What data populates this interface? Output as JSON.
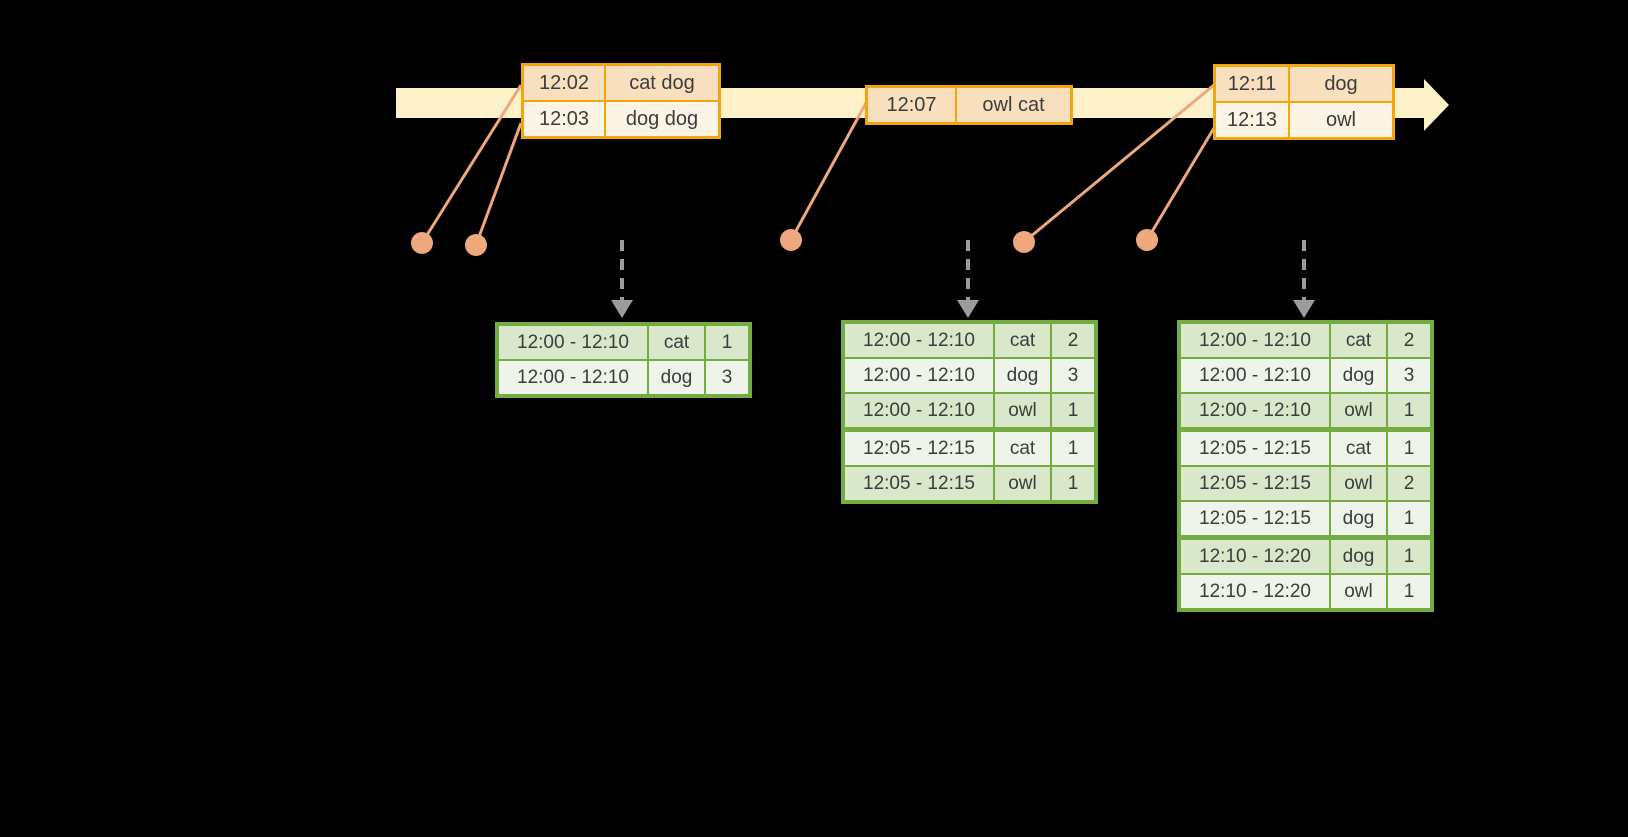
{
  "palette": {
    "canvas_bg": "#000000",
    "timeline_band": "#FCF1C9",
    "event_table_border": "#F2A60D",
    "event_row_dark": "#F8DFBD",
    "event_row_light": "#FCF4E4",
    "connector": "#EFA87D",
    "trigger_arrow": "#9C9C9C",
    "result_table_border": "#74AC41",
    "result_row_dark": "#D9E7CA",
    "result_row_light": "#EFF4EA",
    "text": "#3C3C3C"
  },
  "event_tables": [
    {
      "rows": [
        [
          "12:02",
          "cat dog"
        ],
        [
          "12:03",
          "dog dog"
        ]
      ]
    },
    {
      "rows": [
        [
          "12:07",
          "owl cat"
        ]
      ]
    },
    {
      "rows": [
        [
          "12:11",
          "dog"
        ],
        [
          "12:13",
          "owl"
        ]
      ]
    }
  ],
  "result_tables": [
    {
      "rows": [
        [
          "12:00 - 12:10",
          "cat",
          "1"
        ],
        [
          "12:00 - 12:10",
          "dog",
          "3"
        ]
      ]
    },
    {
      "rows": [
        [
          "12:00 - 12:10",
          "cat",
          "2"
        ],
        [
          "12:00 - 12:10",
          "dog",
          "3"
        ],
        [
          "12:00 - 12:10",
          "owl",
          "1"
        ],
        [
          "12:05 - 12:15",
          "cat",
          "1"
        ],
        [
          "12:05 - 12:15",
          "owl",
          "1"
        ]
      ]
    },
    {
      "rows": [
        [
          "12:00 - 12:10",
          "cat",
          "2"
        ],
        [
          "12:00 - 12:10",
          "dog",
          "3"
        ],
        [
          "12:00 - 12:10",
          "owl",
          "1"
        ],
        [
          "12:05 - 12:15",
          "cat",
          "1"
        ],
        [
          "12:05 - 12:15",
          "owl",
          "2"
        ],
        [
          "12:05 - 12:15",
          "dog",
          "1"
        ],
        [
          "12:10 - 12:20",
          "dog",
          "1"
        ],
        [
          "12:10 - 12:20",
          "owl",
          "1"
        ]
      ]
    }
  ]
}
